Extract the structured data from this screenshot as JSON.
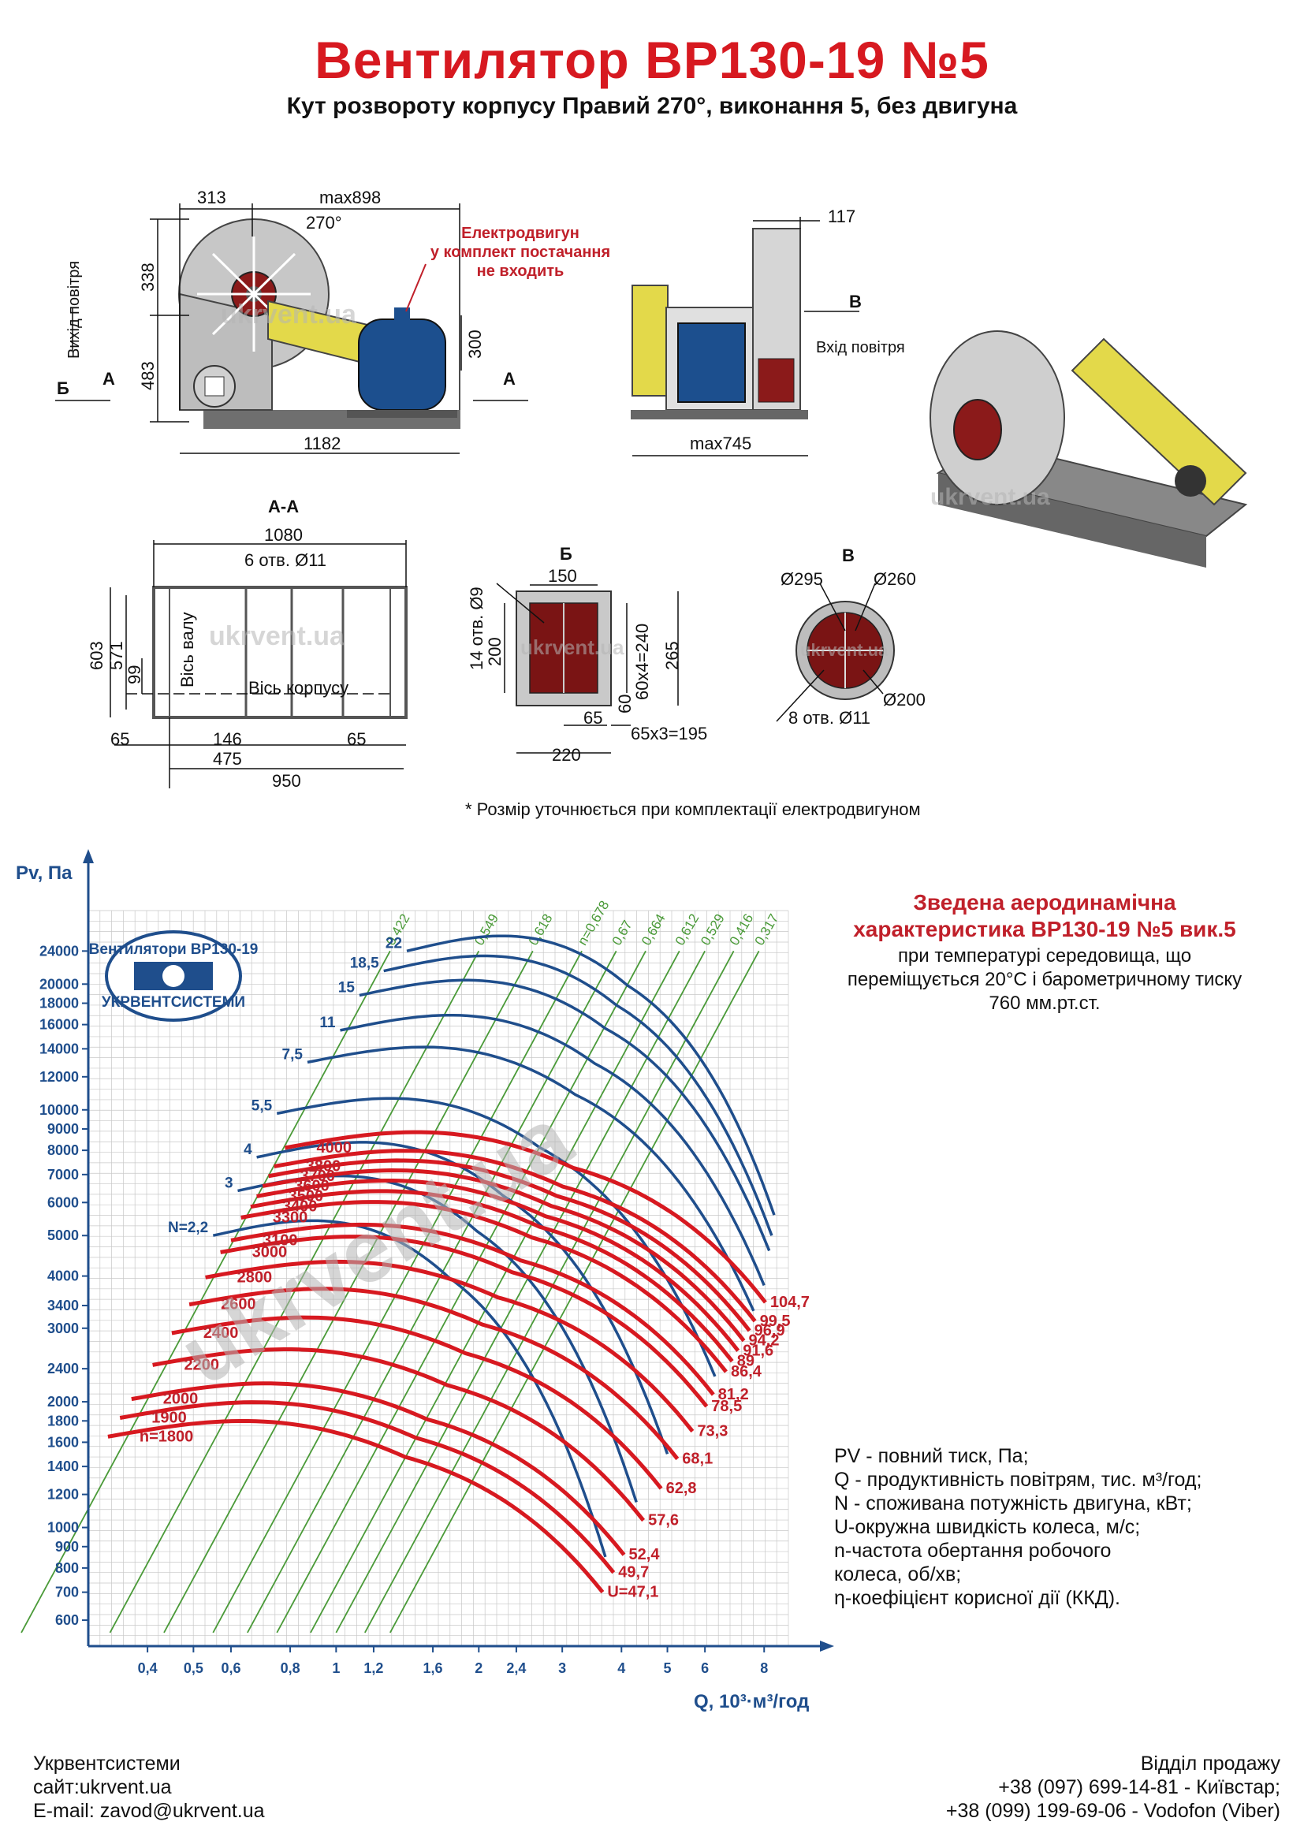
{
  "header": {
    "title": "Вентилятор ВР130-19 №5",
    "subtitle": "Кут розвороту корпусу Правий 270°, виконання 5, без двигуна"
  },
  "front_view": {
    "dims": {
      "w_left": "313",
      "w_max": "max898",
      "angle": "270°",
      "h_top": "338",
      "h_bottom": "483",
      "h_motor": "300",
      "length": "1182"
    },
    "motor_note": [
      "Електродвигун",
      "у комплект постачання",
      "не входить"
    ],
    "air_out": "Вихід повітря",
    "section_a": "А",
    "section_b": "Б"
  },
  "side_view": {
    "dims": {
      "top": "117",
      "width": "max745"
    },
    "section_v": "В",
    "air_in": "Вхід повітря"
  },
  "section_aa": {
    "title": "А-А",
    "dims": {
      "len": "1080",
      "holes": "6 отв. Ø11",
      "h1": "603",
      "h2": "571",
      "h3": "99",
      "l1": "65",
      "l2": "146",
      "l3": "475",
      "l4": "65",
      "l5": "950"
    },
    "axis_shaft": "Вісь валу",
    "axis_body": "Вісь корпусу"
  },
  "view_b": {
    "title": "Б",
    "dims": {
      "w": "150",
      "holes": "14 отв. Ø9",
      "h": "200",
      "pitch_v": "60х4=240",
      "h2": "265",
      "gap": "60",
      "g2": "65",
      "pitch_h": "65х3=195",
      "w2": "220"
    }
  },
  "view_v": {
    "title": "В",
    "dims": {
      "d1": "Ø295",
      "d2": "Ø260",
      "d3": "Ø200",
      "holes": "8 отв. Ø11"
    }
  },
  "watermark": "ukrvent.ua",
  "footnote": "* Розмір уточнюється при комплектації електродвигуном",
  "chart_title": [
    "Зведена аеродинамічна",
    "характеристика ВР130-19 №5 вик.5"
  ],
  "chart_desc": [
    "при температурі середовища, що",
    "переміщується 20°С і барометричному тиску",
    "760 мм.рт.ст."
  ],
  "legend": [
    "PV - повний тиск, Па;",
    "Q - продуктивність повітрям, тис. м³/год;",
    "N - споживана потужність двигуна, кВт;",
    "U-окружна швидкість колеса, м/с;",
    "n-частота обертання робочого",
    "колеса, об/хв;",
    "η-коефіцієнт корисної дії (ККД)."
  ],
  "company": [
    "Укрвентсистеми",
    "сайт:ukrvent.ua",
    "E-mail: zavod@ukrvent.ua"
  ],
  "sales": [
    "Відділ продажу",
    "+38 (097) 699-14-81 - Київстар;",
    "+38 (099) 199-69-06 - Vodofon (Viber)"
  ],
  "badge": {
    "top": "Вентилятори ВР130-19",
    "bottom": "УКРВЕНТСИСТЕМИ"
  },
  "chart_data": {
    "type": "line",
    "title": "Зведена аеродинамічна характеристика ВР130-19 №5 вик.5",
    "xlabel": "Q, 10³·м³/год",
    "ylabel": "Pv, Па",
    "x_scale": "log",
    "y_scale": "log",
    "xlim": [
      0.3,
      9
    ],
    "ylim": [
      520,
      30000
    ],
    "x_ticks": [
      "0,4",
      "0,5",
      "0,6",
      "0,8",
      "1",
      "1,2",
      "1,6",
      "2",
      "2,4",
      "3",
      "4",
      "5",
      "6",
      "8"
    ],
    "y_ticks": [
      "600",
      "700",
      "800",
      "900",
      "1000",
      "1200",
      "1400",
      "1600",
      "1800",
      "2000",
      "2400",
      "3000",
      "3400",
      "4000",
      "5000",
      "6000",
      "7000",
      "8000",
      "9000",
      "10000",
      "12000",
      "14000",
      "16000",
      "18000",
      "20000",
      "24000"
    ],
    "x_tick_values": [
      0.4,
      0.5,
      0.6,
      0.8,
      1,
      1.2,
      1.6,
      2,
      2.4,
      3,
      4,
      5,
      6,
      8
    ],
    "y_tick_values": [
      600,
      700,
      800,
      900,
      1000,
      1200,
      1400,
      1600,
      1800,
      2000,
      2400,
      3000,
      3400,
      4000,
      5000,
      6000,
      7000,
      8000,
      9000,
      10000,
      12000,
      14000,
      16000,
      18000,
      20000,
      24000
    ],
    "rpm_series": [
      {
        "label": "n=1800",
        "u": "U=47,1",
        "q0": 0.33,
        "p0": 1650,
        "qe": 3.65,
        "pe": 700
      },
      {
        "label": "1900",
        "u": "49,7",
        "q0": 0.35,
        "p0": 1830,
        "qe": 3.85,
        "pe": 780
      },
      {
        "label": "2000",
        "u": "52,4",
        "q0": 0.37,
        "p0": 2030,
        "qe": 4.05,
        "pe": 860
      },
      {
        "label": "2200",
        "u": "57,6",
        "q0": 0.41,
        "p0": 2450,
        "qe": 4.45,
        "pe": 1040
      },
      {
        "label": "2400",
        "u": "62,8",
        "q0": 0.45,
        "p0": 2920,
        "qe": 4.85,
        "pe": 1240
      },
      {
        "label": "2600",
        "u": "68,1",
        "q0": 0.49,
        "p0": 3420,
        "qe": 5.25,
        "pe": 1460
      },
      {
        "label": "2800",
        "u": "73,3",
        "q0": 0.53,
        "p0": 3970,
        "qe": 5.65,
        "pe": 1700
      },
      {
        "label": "3000",
        "u": "78,5",
        "q0": 0.57,
        "p0": 4560,
        "qe": 6.05,
        "pe": 1950
      },
      {
        "label": "3100",
        "u": "81,2",
        "q0": 0.6,
        "p0": 4870,
        "qe": 6.25,
        "pe": 2080
      },
      {
        "label": "3300",
        "u": "86,4",
        "q0": 0.63,
        "p0": 5520,
        "qe": 6.65,
        "pe": 2360
      },
      {
        "label": "3400",
        "u": "89",
        "q0": 0.66,
        "p0": 5860,
        "qe": 6.85,
        "pe": 2500
      },
      {
        "label": "3500",
        "u": "91,6",
        "q0": 0.68,
        "p0": 6210,
        "qe": 7.05,
        "pe": 2650
      },
      {
        "label": "3600",
        "u": "94,2",
        "q0": 0.7,
        "p0": 6570,
        "qe": 7.25,
        "pe": 2800
      },
      {
        "label": "3700",
        "u": "96,9",
        "q0": 0.72,
        "p0": 6940,
        "qe": 7.45,
        "pe": 2960
      },
      {
        "label": "3800",
        "u": "99,5",
        "q0": 0.74,
        "p0": 7320,
        "qe": 7.65,
        "pe": 3120
      },
      {
        "label": "4000",
        "u": "104,7",
        "q0": 0.78,
        "p0": 8110,
        "qe": 8.05,
        "pe": 3460
      }
    ],
    "power_series": [
      {
        "label": "N=2,2",
        "q0": 0.55,
        "p0": 5000,
        "qe": 3.7,
        "pe": 850
      },
      {
        "label": "3",
        "q0": 0.62,
        "p0": 6400,
        "qe": 4.3,
        "pe": 1150
      },
      {
        "label": "4",
        "q0": 0.68,
        "p0": 7700,
        "qe": 5.0,
        "pe": 1500
      },
      {
        "label": "5,5",
        "q0": 0.75,
        "p0": 9800,
        "qe": 6.3,
        "pe": 2300
      },
      {
        "label": "7,5",
        "q0": 0.87,
        "p0": 13000,
        "qe": 7.6,
        "pe": 3300
      },
      {
        "label": "11",
        "q0": 1.02,
        "p0": 15500,
        "qe": 8.0,
        "pe": 3800
      },
      {
        "label": "15",
        "q0": 1.12,
        "p0": 18800,
        "qe": 8.2,
        "pe": 4600
      },
      {
        "label": "18,5",
        "q0": 1.26,
        "p0": 21500,
        "qe": 8.3,
        "pe": 5000
      },
      {
        "label": "22",
        "q0": 1.41,
        "p0": 24000,
        "qe": 8.4,
        "pe": 5600
      }
    ],
    "efficiency_lines": [
      {
        "label": "0,422",
        "q_top": 1.3,
        "slope_q": 6
      },
      {
        "label": "0,549",
        "q_top": 2.0,
        "slope_q": 6
      },
      {
        "label": "0,618",
        "q_top": 2.6,
        "slope_q": 6
      },
      {
        "label": "n=0,678",
        "q_top": 3.3,
        "slope_q": 6
      },
      {
        "label": "0,67",
        "q_top": 3.9,
        "slope_q": 6
      },
      {
        "label": "0,664",
        "q_top": 4.5,
        "slope_q": 6
      },
      {
        "label": "0,612",
        "q_top": 5.3,
        "slope_q": 6
      },
      {
        "label": "0,529",
        "q_top": 6.0,
        "slope_q": 6
      },
      {
        "label": "0,416",
        "q_top": 6.9,
        "slope_q": 6
      },
      {
        "label": "0,317",
        "q_top": 7.8,
        "slope_q": 6
      }
    ],
    "colors": {
      "rpm": "#d71920",
      "power": "#1f4e8c",
      "efficiency": "#4a9a38",
      "grid": "#c8c8c8"
    }
  }
}
